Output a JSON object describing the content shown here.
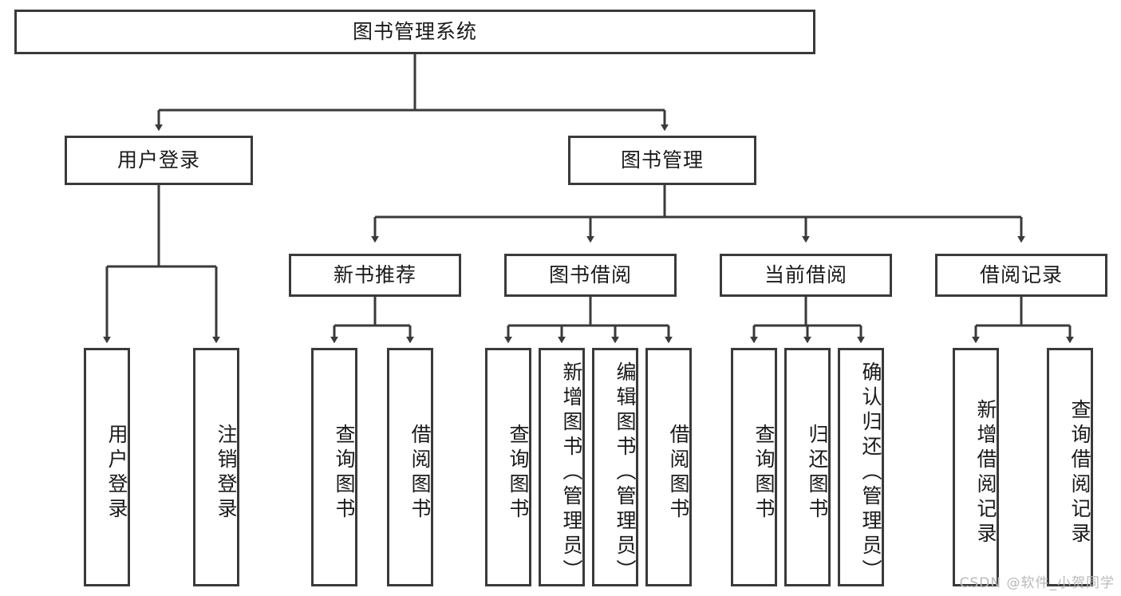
{
  "diagram": {
    "type": "tree",
    "title": "图书管理系统",
    "watermark": "CSDN @软件_小贺同学",
    "colors": {
      "box_border": "#3a3a3a",
      "box_fill": "#ffffff",
      "link": "#3a3a3a",
      "text": "#1a1a1a",
      "watermark": "#b9b9b9"
    },
    "root": {
      "label": "图书管理系统"
    },
    "level1": [
      {
        "label": "用户登录"
      },
      {
        "label": "图书管理"
      }
    ],
    "level2": [
      {
        "label": "新书推荐"
      },
      {
        "label": "图书借阅"
      },
      {
        "label": "当前借阅"
      },
      {
        "label": "借阅记录"
      }
    ],
    "leaves": {
      "user_login": [
        {
          "label": "用户登录"
        },
        {
          "label": "注销登录"
        }
      ],
      "new_book": [
        {
          "label": "查询图书"
        },
        {
          "label": "借阅图书"
        }
      ],
      "borrow_book": [
        {
          "label": "查询图书"
        },
        {
          "label": "新增图书（管理员）"
        },
        {
          "label": "编辑图书（管理员）"
        },
        {
          "label": "借阅图书"
        }
      ],
      "current_borrow": [
        {
          "label": "查询图书"
        },
        {
          "label": "归还图书"
        },
        {
          "label": "确认归还（管理员）"
        }
      ],
      "borrow_record": [
        {
          "label": "新增借阅记录"
        },
        {
          "label": "查询借阅记录"
        }
      ]
    }
  }
}
